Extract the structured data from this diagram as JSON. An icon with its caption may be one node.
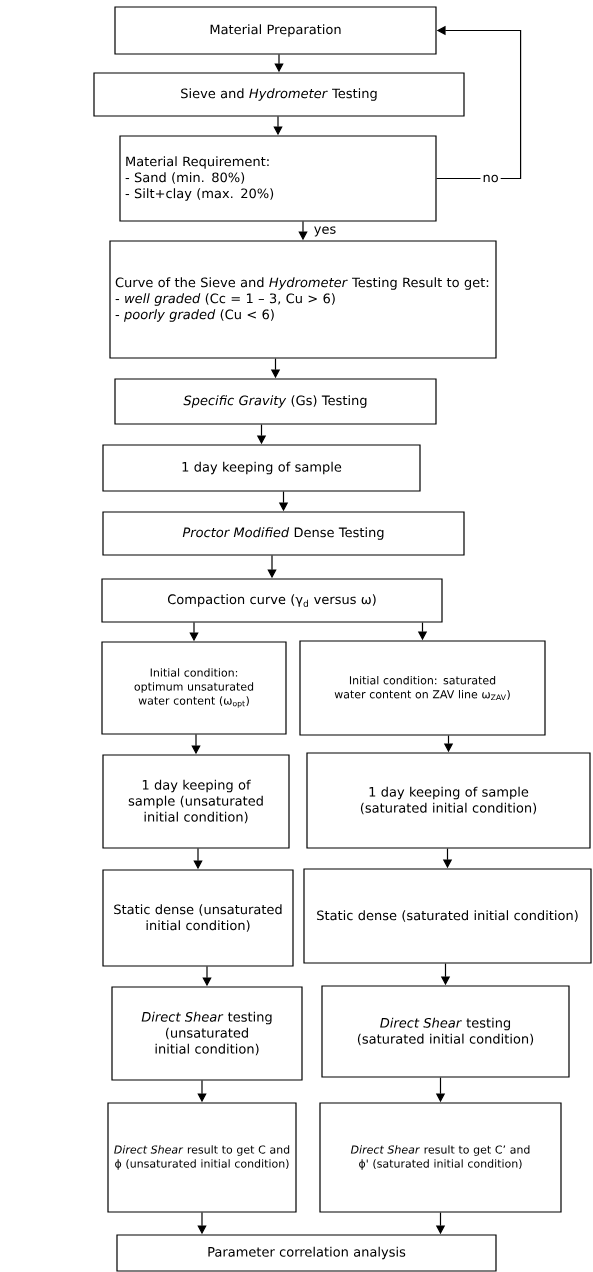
{
  "diagram": {
    "nodes": [
      {
        "text": [
          "Material Preparation"
        ]
      },
      {
        "text": [
          "Sieve and *Hydrometer* Testing"
        ]
      },
      {
        "text": [
          "Material Requirement:",
          "- Sand (min. 80%)",
          "- Silt+clay (max. 20%)"
        ]
      },
      {
        "text": [
          "Curve of the Sieve and *Hydrometer* Testing Result to get:",
          "- *well graded* (Cc = 1 – 3, Cu > 6)",
          "- *poorly graded* (Cu < 6)"
        ]
      },
      {
        "text": [
          "*Specific Gravity* (Gs) Testing"
        ]
      },
      {
        "text": [
          "1 day keeping of sample"
        ]
      },
      {
        "text": [
          "*Proctor Modified* Dense Testing"
        ]
      },
      {
        "text": [
          "Compaction curve (γ$_{d}$ versus ω)"
        ]
      },
      {
        "text": [
          "Initial condition: optimum unsaturated water content (ω$_{opt}$)"
        ]
      },
      {
        "text": [
          "Initial condition: saturated water content on ZAV line ω$_{ZAV}$)"
        ]
      },
      {
        "text": [
          "1 day keeping of sample (unsaturated initial condition)"
        ]
      },
      {
        "text": [
          "1 day keeping of sample (saturated initial condition)"
        ]
      },
      {
        "text": [
          "Static dense (unsaturated initial condition)"
        ]
      },
      {
        "text": [
          "Static dense (saturated initial condition)"
        ]
      },
      {
        "text": [
          "*Direct Shear* testing (unsaturated initial condition)"
        ]
      },
      {
        "text": [
          "*Direct Shear* testing (saturated initial condition)"
        ]
      },
      {
        "text": [
          "*Direct Shear* result to get C and ϕ (unsaturated initial condition)"
        ]
      },
      {
        "text": [
          "*Direct Shear* result to get C’ and ϕ' (saturated initial condition)"
        ]
      },
      {
        "text": [
          "Parameter correlation analysis"
        ]
      }
    ],
    "edges": [
      {
        "from": 0,
        "to": 1,
        "arrow": "to"
      },
      {
        "from": 1,
        "to": 2,
        "arrow": "to"
      },
      {
        "from": 2,
        "to": 3,
        "arrow": "to",
        "label": "yes"
      },
      {
        "from": 2,
        "to": 0,
        "arrow": "to",
        "label": "no"
      },
      {
        "from": 3,
        "to": 4,
        "arrow": "to"
      },
      {
        "from": 4,
        "to": 5,
        "arrow": "to"
      },
      {
        "from": 5,
        "to": 6,
        "arrow": "to"
      },
      {
        "from": 6,
        "to": 7,
        "arrow": "to"
      },
      {
        "from": 7,
        "to": 8,
        "arrow": "to"
      },
      {
        "from": 7,
        "to": 9,
        "arrow": "to"
      },
      {
        "from": 8,
        "to": 10,
        "arrow": "to"
      },
      {
        "from": 9,
        "to": 11,
        "arrow": "to"
      },
      {
        "from": 10,
        "to": 12,
        "arrow": "to"
      },
      {
        "from": 11,
        "to": 13,
        "arrow": "to"
      },
      {
        "from": 12,
        "to": 14,
        "arrow": "to"
      },
      {
        "from": 13,
        "to": 15,
        "arrow": "to"
      },
      {
        "from": 14,
        "to": 16,
        "arrow": "to"
      },
      {
        "from": 15,
        "to": 17,
        "arrow": "to"
      },
      {
        "from": 16,
        "to": 18,
        "arrow": "to"
      },
      {
        "from": 17,
        "to": 18,
        "arrow": "to"
      }
    ]
  }
}
